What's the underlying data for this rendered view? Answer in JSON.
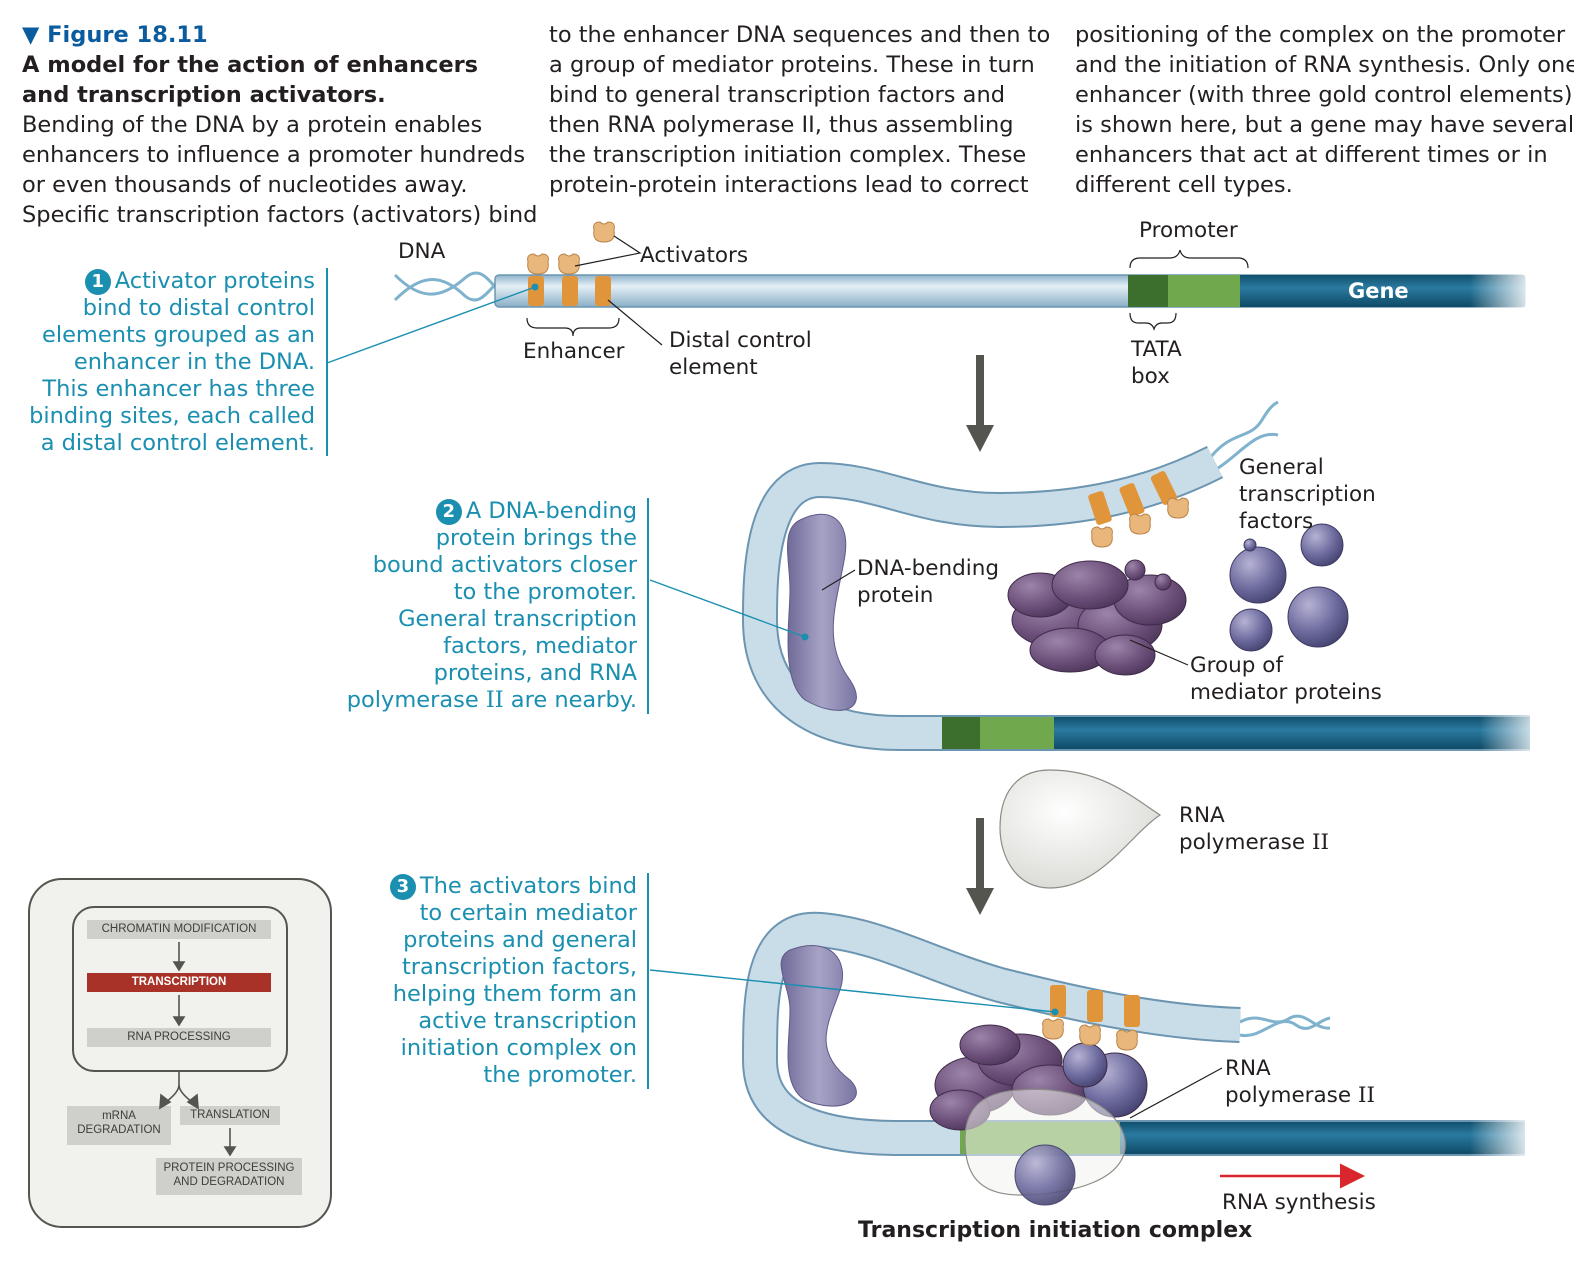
{
  "caption": {
    "figure_label": "▼ Figure 18.11",
    "figure_title": "A model for the action of enhancers and transcription activators.",
    "col1": [
      "Bending of the DNA by a protein enables",
      "enhancers to influence a promoter hundreds",
      "or even thousands of nucleotides away.",
      "Specific transcription factors (activators) bind"
    ],
    "col2": [
      "to the enhancer DNA sequences and then to",
      "a group of mediator proteins. These in turn",
      "bind to general transcription factors and",
      "then RNA polymerase II, thus assembling",
      "the transcription initiation complex. These",
      "protein-protein interactions lead to correct"
    ],
    "col3": [
      "positioning of the complex on the promoter",
      "and the initiation of RNA synthesis. Only one",
      "enhancer (with three gold control elements)",
      "is shown here, but a gene may have several",
      "enhancers that act at different times or in",
      "different cell types."
    ]
  },
  "steps": [
    {
      "number": "1",
      "lines": [
        "Activator proteins",
        "bind to distal control",
        "elements grouped as an",
        "enhancer in the DNA.",
        "This enhancer has three",
        "binding sites, each called",
        "a distal control element."
      ]
    },
    {
      "number": "2",
      "lines": [
        "A DNA-bending",
        "protein brings the",
        "bound activators closer",
        "to the promoter.",
        "General transcription",
        "factors, mediator",
        "proteins, and RNA"
      ],
      "last_line_pre": "polymerase ",
      "last_line_roman": "II",
      "last_line_post": " are nearby."
    },
    {
      "number": "3",
      "lines": [
        "The activators bind",
        "to certain mediator",
        "proteins and general",
        "transcription factors,",
        "helping them form an",
        "active transcription",
        "initiation complex on",
        "the promoter."
      ]
    }
  ],
  "labels": {
    "dna": "DNA",
    "activators": "Activators",
    "enhancer": "Enhancer",
    "distal_control": [
      "Distal control",
      "element"
    ],
    "promoter": "Promoter",
    "gene": "Gene",
    "tata_box": [
      "TATA",
      "box"
    ],
    "general_tf": [
      "General",
      "transcription",
      "factors"
    ],
    "dna_bending": [
      "DNA-bending",
      "protein"
    ],
    "mediator": [
      "Group of",
      "mediator proteins"
    ],
    "rna_pol_word": "RNA",
    "rna_pol_prefix": "polymerase ",
    "rna_pol_roman": "II",
    "rna_synthesis": "RNA synthesis",
    "complex_title": "Transcription initiation complex"
  },
  "mini_flowchart": {
    "chromatin": "CHROMATIN MODIFICATION",
    "transcription": "TRANSCRIPTION",
    "rna_processing": "RNA PROCESSING",
    "mrna_degradation": [
      "mRNA",
      "DEGRADATION"
    ],
    "translation": "TRANSLATION",
    "protein_processing": [
      "PROTEIN PROCESSING",
      "AND DEGRADATION"
    ]
  },
  "colors": {
    "step_text": "#1a8fb0",
    "figure_label": "#0b5c9e",
    "dna_tube": "#b9d3e3",
    "gene": "#1a6485",
    "tata": "#3c6e2e",
    "promoter": "#6fa84d",
    "control_element": "#e0953a",
    "activator": "#e9b77c",
    "mediator": "#6b4f79",
    "general_tf": "#6d6b9e",
    "bending_protein": "#8a86ad",
    "rna_pol": "#e6e6e2",
    "arrow_synthesis": "#d9262d",
    "highlight_step": "#a83227"
  }
}
